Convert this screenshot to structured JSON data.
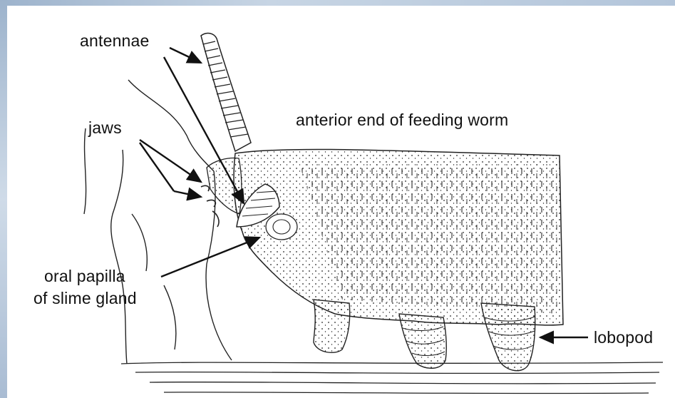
{
  "labels": {
    "antennae": "antennae",
    "jaws": "jaws",
    "anterior_end": "anterior end of feeding worm",
    "oral_papilla_line1": "oral papilla",
    "oral_papilla_line2": "of slime gland",
    "lobopod": "lobopod"
  },
  "colors": {
    "ink": "#111111",
    "frame": "#b3c5da",
    "background": "#ffffff"
  }
}
